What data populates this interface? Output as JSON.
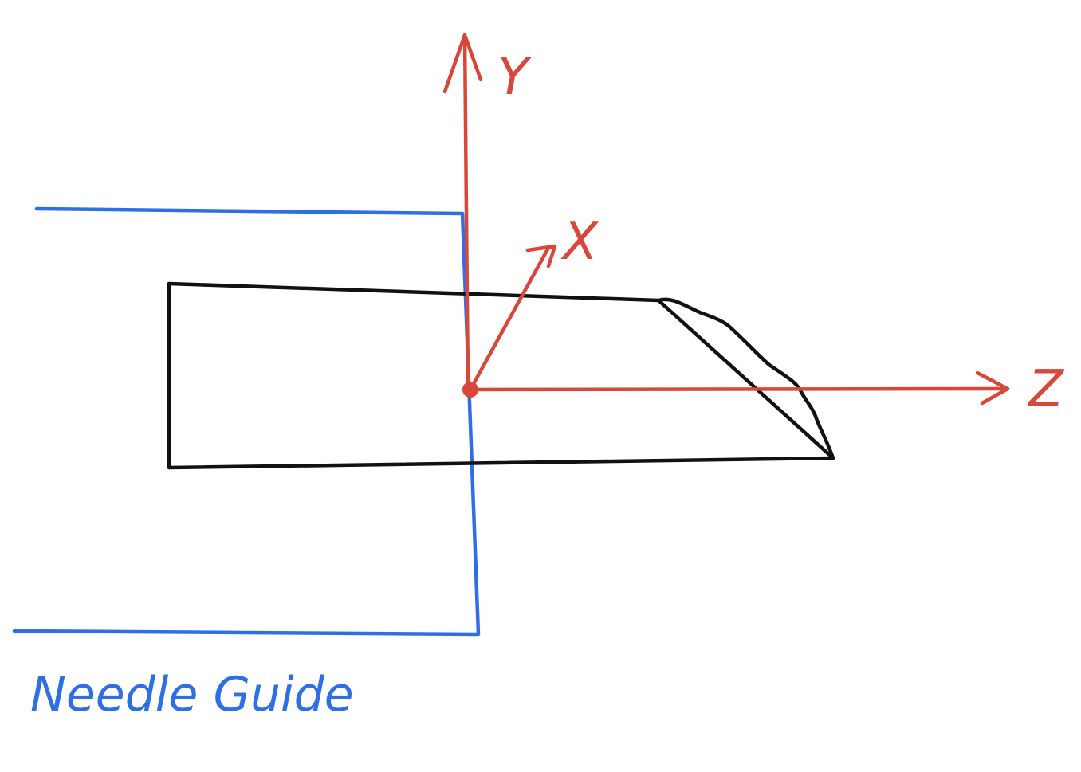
{
  "colors": {
    "background": "#ffffff",
    "axis": "#d9463a",
    "guide": "#2f6fe6",
    "needle": "#111111"
  },
  "axes": {
    "y_label": "Y",
    "x_label": "X",
    "z_label": "Z"
  },
  "guide": {
    "caption": "Needle Guide"
  }
}
